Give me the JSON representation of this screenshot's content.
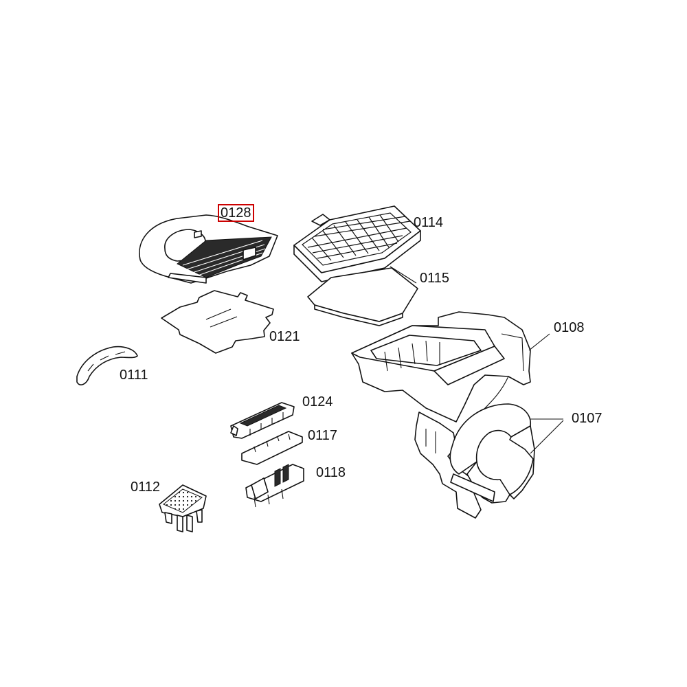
{
  "parts": [
    {
      "id": "0128",
      "label": "0128",
      "highlighted": true
    },
    {
      "id": "0114",
      "label": "0114",
      "highlighted": false
    },
    {
      "id": "0115",
      "label": "0115",
      "highlighted": false
    },
    {
      "id": "0121",
      "label": "0121",
      "highlighted": false
    },
    {
      "id": "0108",
      "label": "0108",
      "highlighted": false
    },
    {
      "id": "0111",
      "label": "0111",
      "highlighted": false
    },
    {
      "id": "0124",
      "label": "0124",
      "highlighted": false
    },
    {
      "id": "0107",
      "label": "0107",
      "highlighted": false
    },
    {
      "id": "0117",
      "label": "0117",
      "highlighted": false
    },
    {
      "id": "0118",
      "label": "0118",
      "highlighted": false
    },
    {
      "id": "0112",
      "label": "0112",
      "highlighted": false
    }
  ],
  "colors": {
    "highlight_border": "#cc0000",
    "line": "#111111",
    "background": "#ffffff"
  }
}
